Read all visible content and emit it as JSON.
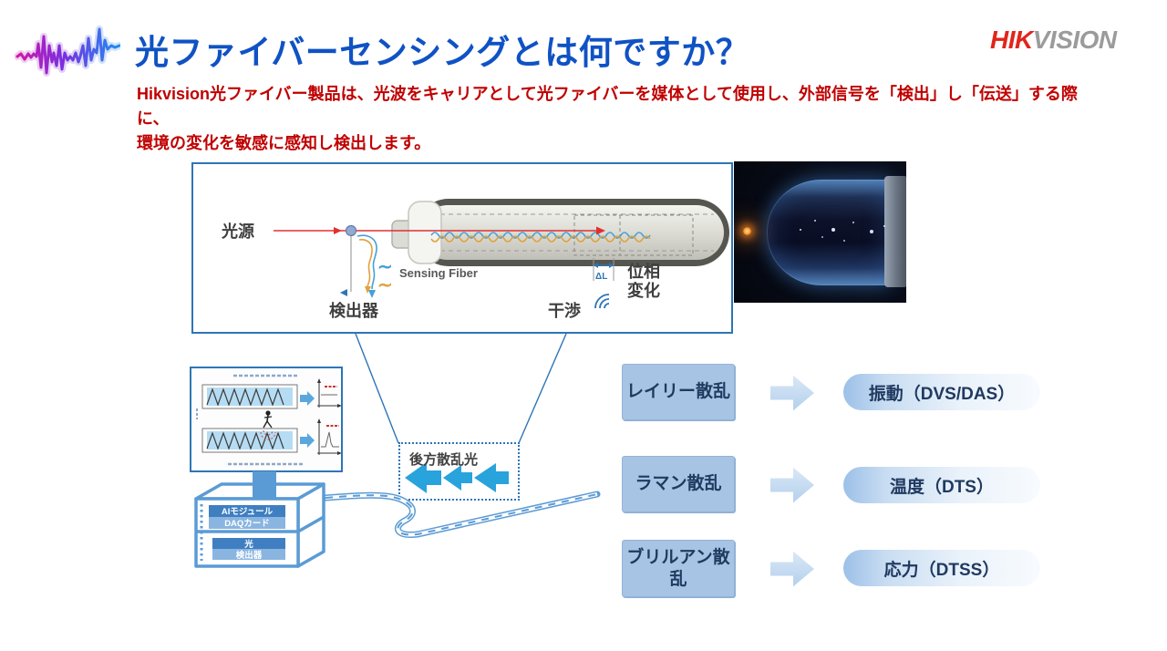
{
  "colors": {
    "title_blue": "#0f52c4",
    "subtitle_red": "#c00000",
    "logo_red": "#e1251b",
    "logo_gray": "#9b9b9b",
    "diagram_border_blue": "#2e75b6",
    "device_blue": "#5b9bd5",
    "scatter_box_fill": "#a7c4e4",
    "cyan_arrow": "#29a3dc",
    "sensing_wave_blue": "#45a0d8",
    "sensing_wave_orange": "#e0a23e",
    "beam_red": "#e03030"
  },
  "header": {
    "title": "光ファイバーセンシングとは何ですか？",
    "subtitle_line1": "Hikvision光ファイバー製品は、光波をキャリアとして光ファイバーを媒体として使用し、外部信号を「検出」し「伝送」する際に、",
    "subtitle_line2": "環境の変化を敏感に感知し検出します。",
    "logo_hik": "HIK",
    "logo_vision": "VISION"
  },
  "diagram": {
    "light_source": "光源",
    "detector": "検出器",
    "sensing_fiber": "Sensing Fiber",
    "interference": "干渉",
    "phase_line1": "位相",
    "phase_line2": "変化",
    "delta_l": "ΔL"
  },
  "backscatter": {
    "label": "後方散乱光"
  },
  "device": {
    "module1": "AIモジュール",
    "module2": "DAQカード",
    "module3": "光",
    "module4": "検出器"
  },
  "rows": [
    {
      "scatter": "レイリー散乱",
      "result": "振動（DVS/DAS）"
    },
    {
      "scatter": "ラマン散乱",
      "result": "温度（DTS）"
    },
    {
      "scatter": "ブリルアン散乱",
      "result": "応力（DTSS）"
    }
  ]
}
